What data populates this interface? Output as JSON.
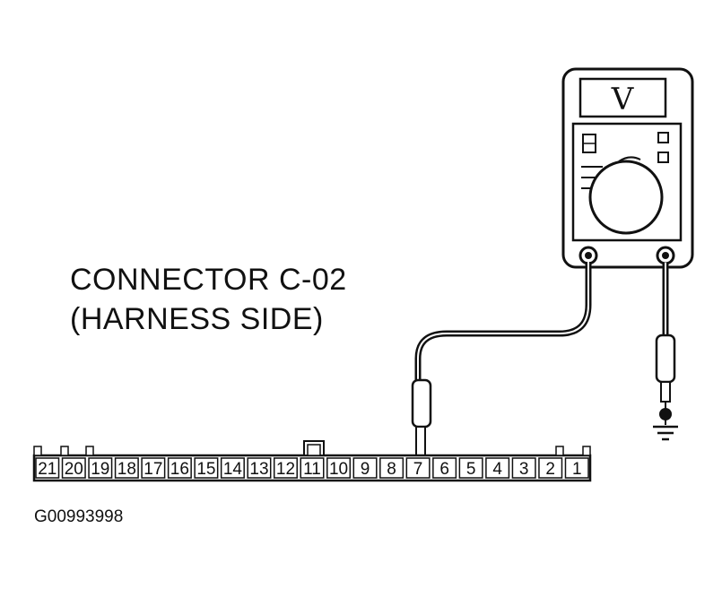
{
  "connector": {
    "title_line1": "CONNECTOR C-02",
    "title_line2": "(HARNESS SIDE)",
    "pins": [
      "21",
      "20",
      "19",
      "18",
      "17",
      "16",
      "15",
      "14",
      "13",
      "12",
      "11",
      "10",
      "9",
      "8",
      "7",
      "6",
      "5",
      "4",
      "3",
      "2",
      "1"
    ],
    "probed_pin": "7"
  },
  "meter": {
    "display": "V"
  },
  "figure_id": "G00993998"
}
